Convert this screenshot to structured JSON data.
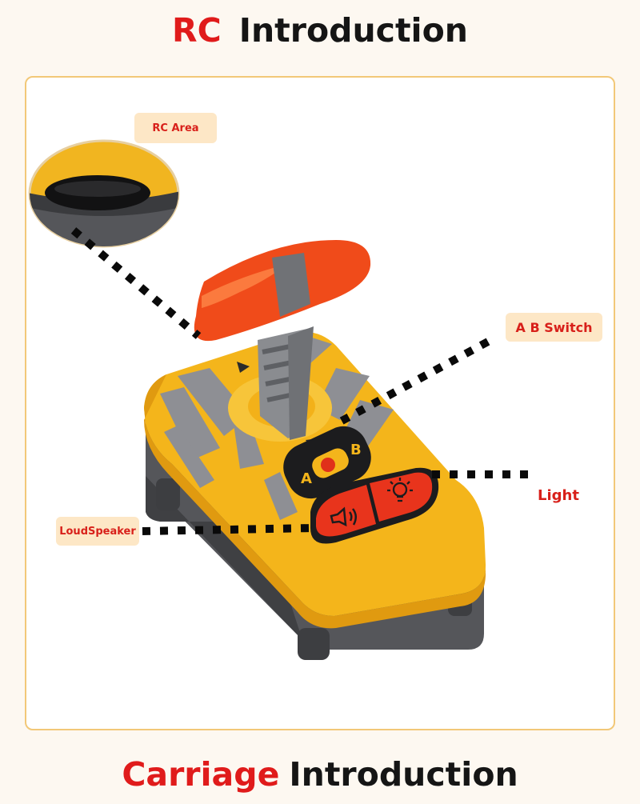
{
  "header": {
    "title_accent": "RC",
    "title_rest": "Introduction"
  },
  "labels": {
    "rc_area": "RC Area",
    "ab_switch": "A B Switch",
    "light": "Light",
    "loudspeaker": "LoudSpeaker"
  },
  "device": {
    "switch_a": "A",
    "switch_b": "B"
  },
  "footer": {
    "title_accent": "Carriage",
    "title_rest": "Introduction"
  },
  "colors": {
    "accent_red": "#e01b1b",
    "label_bg": "#fde7c6",
    "card_border": "#f2c878",
    "body_yellow": "#f4b51b",
    "base_gray": "#5b5b5b",
    "handle_red": "#f04b1a"
  }
}
